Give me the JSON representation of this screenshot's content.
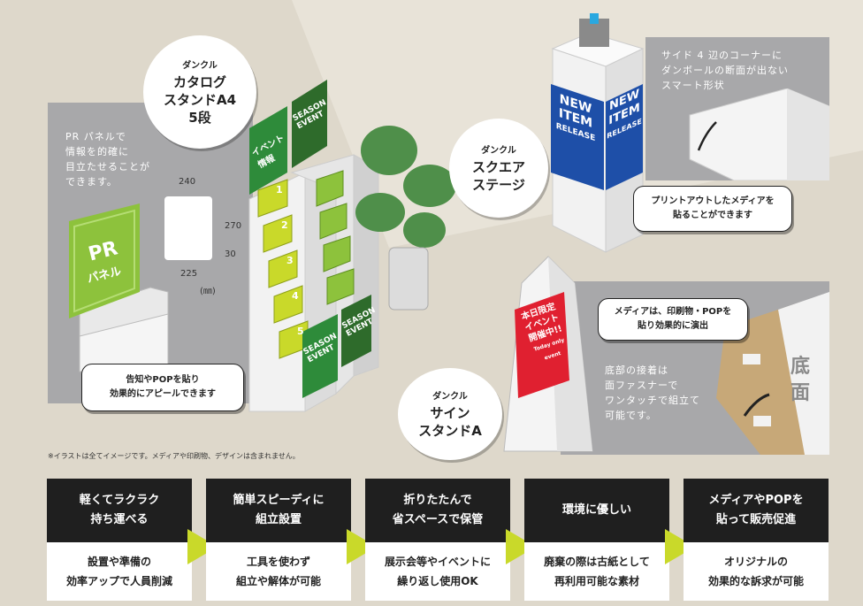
{
  "colors": {
    "background": "#ded8cb",
    "accent_green": "#c9d92a",
    "dark": "#1f1f1f",
    "blue": "#1e4fa8",
    "red": "#e02030",
    "dark_green": "#2e6b2b"
  },
  "pr_panel": {
    "desc": [
      "PR パネルで",
      "情報を的確に",
      "目立たせることが",
      "できます。"
    ],
    "sign_title": "PR",
    "sign_sub": "パネル",
    "dim_top": "240",
    "dim_right": "270",
    "dim_side": "30",
    "dim_bottom": "225",
    "dim_unit": "(㎜)",
    "callout": [
      "告知やPOPを貼り",
      "効果的にアピールできます"
    ]
  },
  "catalog": {
    "bubble_brand": "ダンクル",
    "bubble_name": [
      "カタログ",
      "スタンドA4",
      "5段"
    ],
    "card1_label": "イベント情報",
    "card2_label": "SEASON EVENT",
    "card3_label": "SEASON EVENT",
    "card4_label": "SEASON EVENT",
    "shelf_numbers": [
      "1",
      "2",
      "3",
      "4",
      "5"
    ]
  },
  "square": {
    "bubble_brand": "ダンクル",
    "bubble_name": [
      "スクエア",
      "ステージ"
    ],
    "face_text": "NEW ITEM",
    "face_sub": "RELEASE",
    "callout": [
      "プリントアウトしたメディアを",
      "貼ることができます"
    ],
    "corner_desc": [
      "サイド 4 辺のコーナーに",
      "ダンボールの断面が出ない",
      "スマート形状"
    ]
  },
  "sign": {
    "bubble_brand": "ダンクル",
    "bubble_name": [
      "サイン",
      "スタンドA"
    ],
    "poster_text": [
      "本日限定",
      "イベント",
      "開催中!!"
    ],
    "poster_sub": "Today only event",
    "callout": [
      "メディアは、印刷物・POPを",
      "貼り効果的に演出"
    ],
    "bottom_desc": [
      "底部の接着は",
      "面ファスナーで",
      "ワンタッチで組立て",
      "可能です。"
    ],
    "bottom_label": "底面"
  },
  "note": "※イラストは全てイメージです。メディアや印刷物、デザインは含まれません。",
  "benefits": [
    {
      "title": [
        "軽くてラクラク",
        "持ち運べる"
      ],
      "desc": [
        "設置や準備の",
        "効率アップで人員削減"
      ]
    },
    {
      "title": [
        "簡単スピーディに",
        "組立設置"
      ],
      "desc": [
        "工具を使わず",
        "組立や解体が可能"
      ]
    },
    {
      "title": [
        "折りたたんで",
        "省スペースで保管"
      ],
      "desc": [
        "展示会等やイベントに",
        "繰り返し使用OK"
      ]
    },
    {
      "title": [
        "環境に優しい"
      ],
      "desc": [
        "廃棄の際は古紙として",
        "再利用可能な素材"
      ]
    },
    {
      "title": [
        "メディアやPOPを",
        "貼って販売促進"
      ],
      "desc": [
        "オリジナルの",
        "効果的な訴求が可能"
      ]
    }
  ]
}
